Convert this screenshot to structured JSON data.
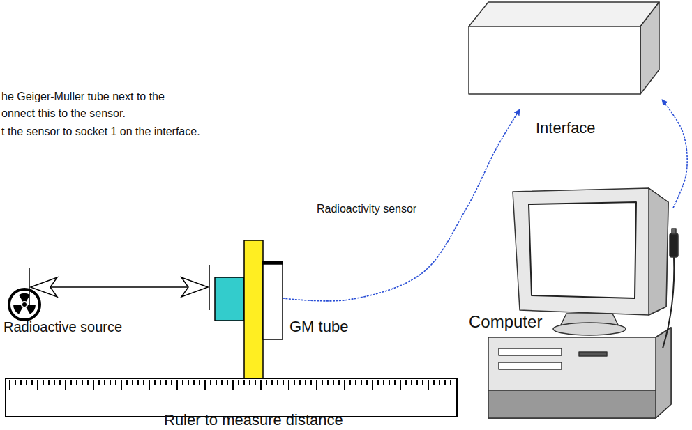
{
  "diagram": {
    "nodes": [
      {
        "text": [
          "Interface"
        ]
      },
      {
        "text": [
          "Radioactive source"
        ]
      },
      {
        "text": [
          "GM tube"
        ]
      },
      {
        "text": [
          "Computer"
        ]
      },
      {
        "text": [
          "Ruler to measure distance"
        ]
      }
    ],
    "edges": [
      {
        "from": 2,
        "to": 0,
        "arrow": "to",
        "label": "Radioactivity sensor"
      },
      {
        "from": 3,
        "to": 0,
        "arrow": "to"
      }
    ],
    "labels": [
      "he Geiger-Muller tube next to the",
      "onnect this to the sensor.",
      "t the sensor to socket 1 on the interface."
    ]
  }
}
